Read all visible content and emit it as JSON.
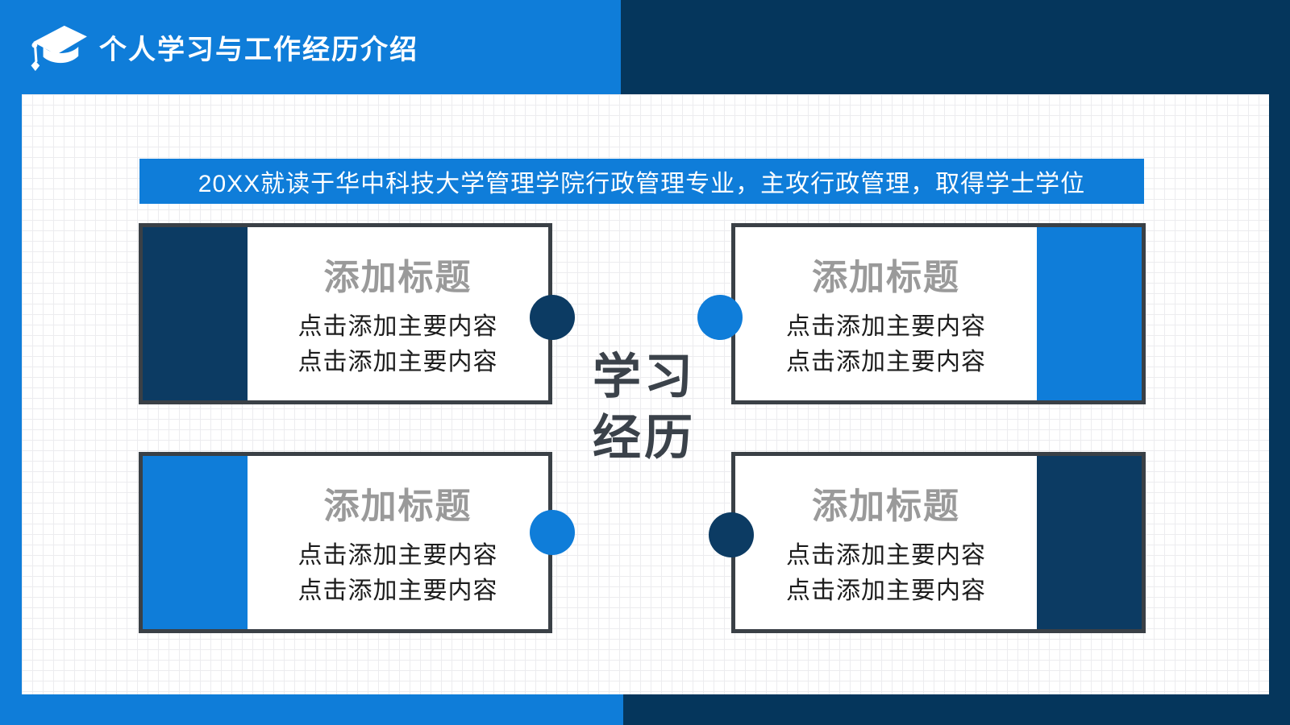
{
  "header": {
    "title": "个人学习与工作经历介绍",
    "icon": "graduation-cap-icon"
  },
  "banner": {
    "text": "20XX就读于华中科技大学管理学院行政管理专业，主攻行政管理，取得学士学位"
  },
  "center_label": {
    "line1": "学习",
    "line2": "经历"
  },
  "cards": [
    {
      "position": "top-left",
      "accent_side": "left",
      "accent_color": "navy",
      "title": "添加标题",
      "body_lines": [
        "点击添加主要内容",
        "点击添加主要内容"
      ]
    },
    {
      "position": "top-right",
      "accent_side": "right",
      "accent_color": "blue",
      "title": "添加标题",
      "body_lines": [
        "点击添加主要内容",
        "点击添加主要内容"
      ]
    },
    {
      "position": "bottom-left",
      "accent_side": "left",
      "accent_color": "blue",
      "title": "添加标题",
      "body_lines": [
        "点击添加主要内容",
        "点击添加主要内容"
      ]
    },
    {
      "position": "bottom-right",
      "accent_side": "right",
      "accent_color": "navy",
      "title": "添加标题",
      "body_lines": [
        "点击添加主要内容",
        "点击添加主要内容"
      ]
    }
  ],
  "connector_dots": [
    {
      "attached_to": "top-left",
      "color": "navy"
    },
    {
      "attached_to": "top-right",
      "color": "blue"
    },
    {
      "attached_to": "bottom-left",
      "color": "blue"
    },
    {
      "attached_to": "bottom-right",
      "color": "navy"
    }
  ],
  "colors": {
    "blue": "#0f7dd9",
    "navy": "#05365c",
    "card_navy": "#0c3b63",
    "card_border": "#3a4046",
    "title_gray": "#9a9a9a",
    "body_text": "#1c1c1c",
    "center_text": "#3b424a",
    "grid_line": "#ececef"
  }
}
